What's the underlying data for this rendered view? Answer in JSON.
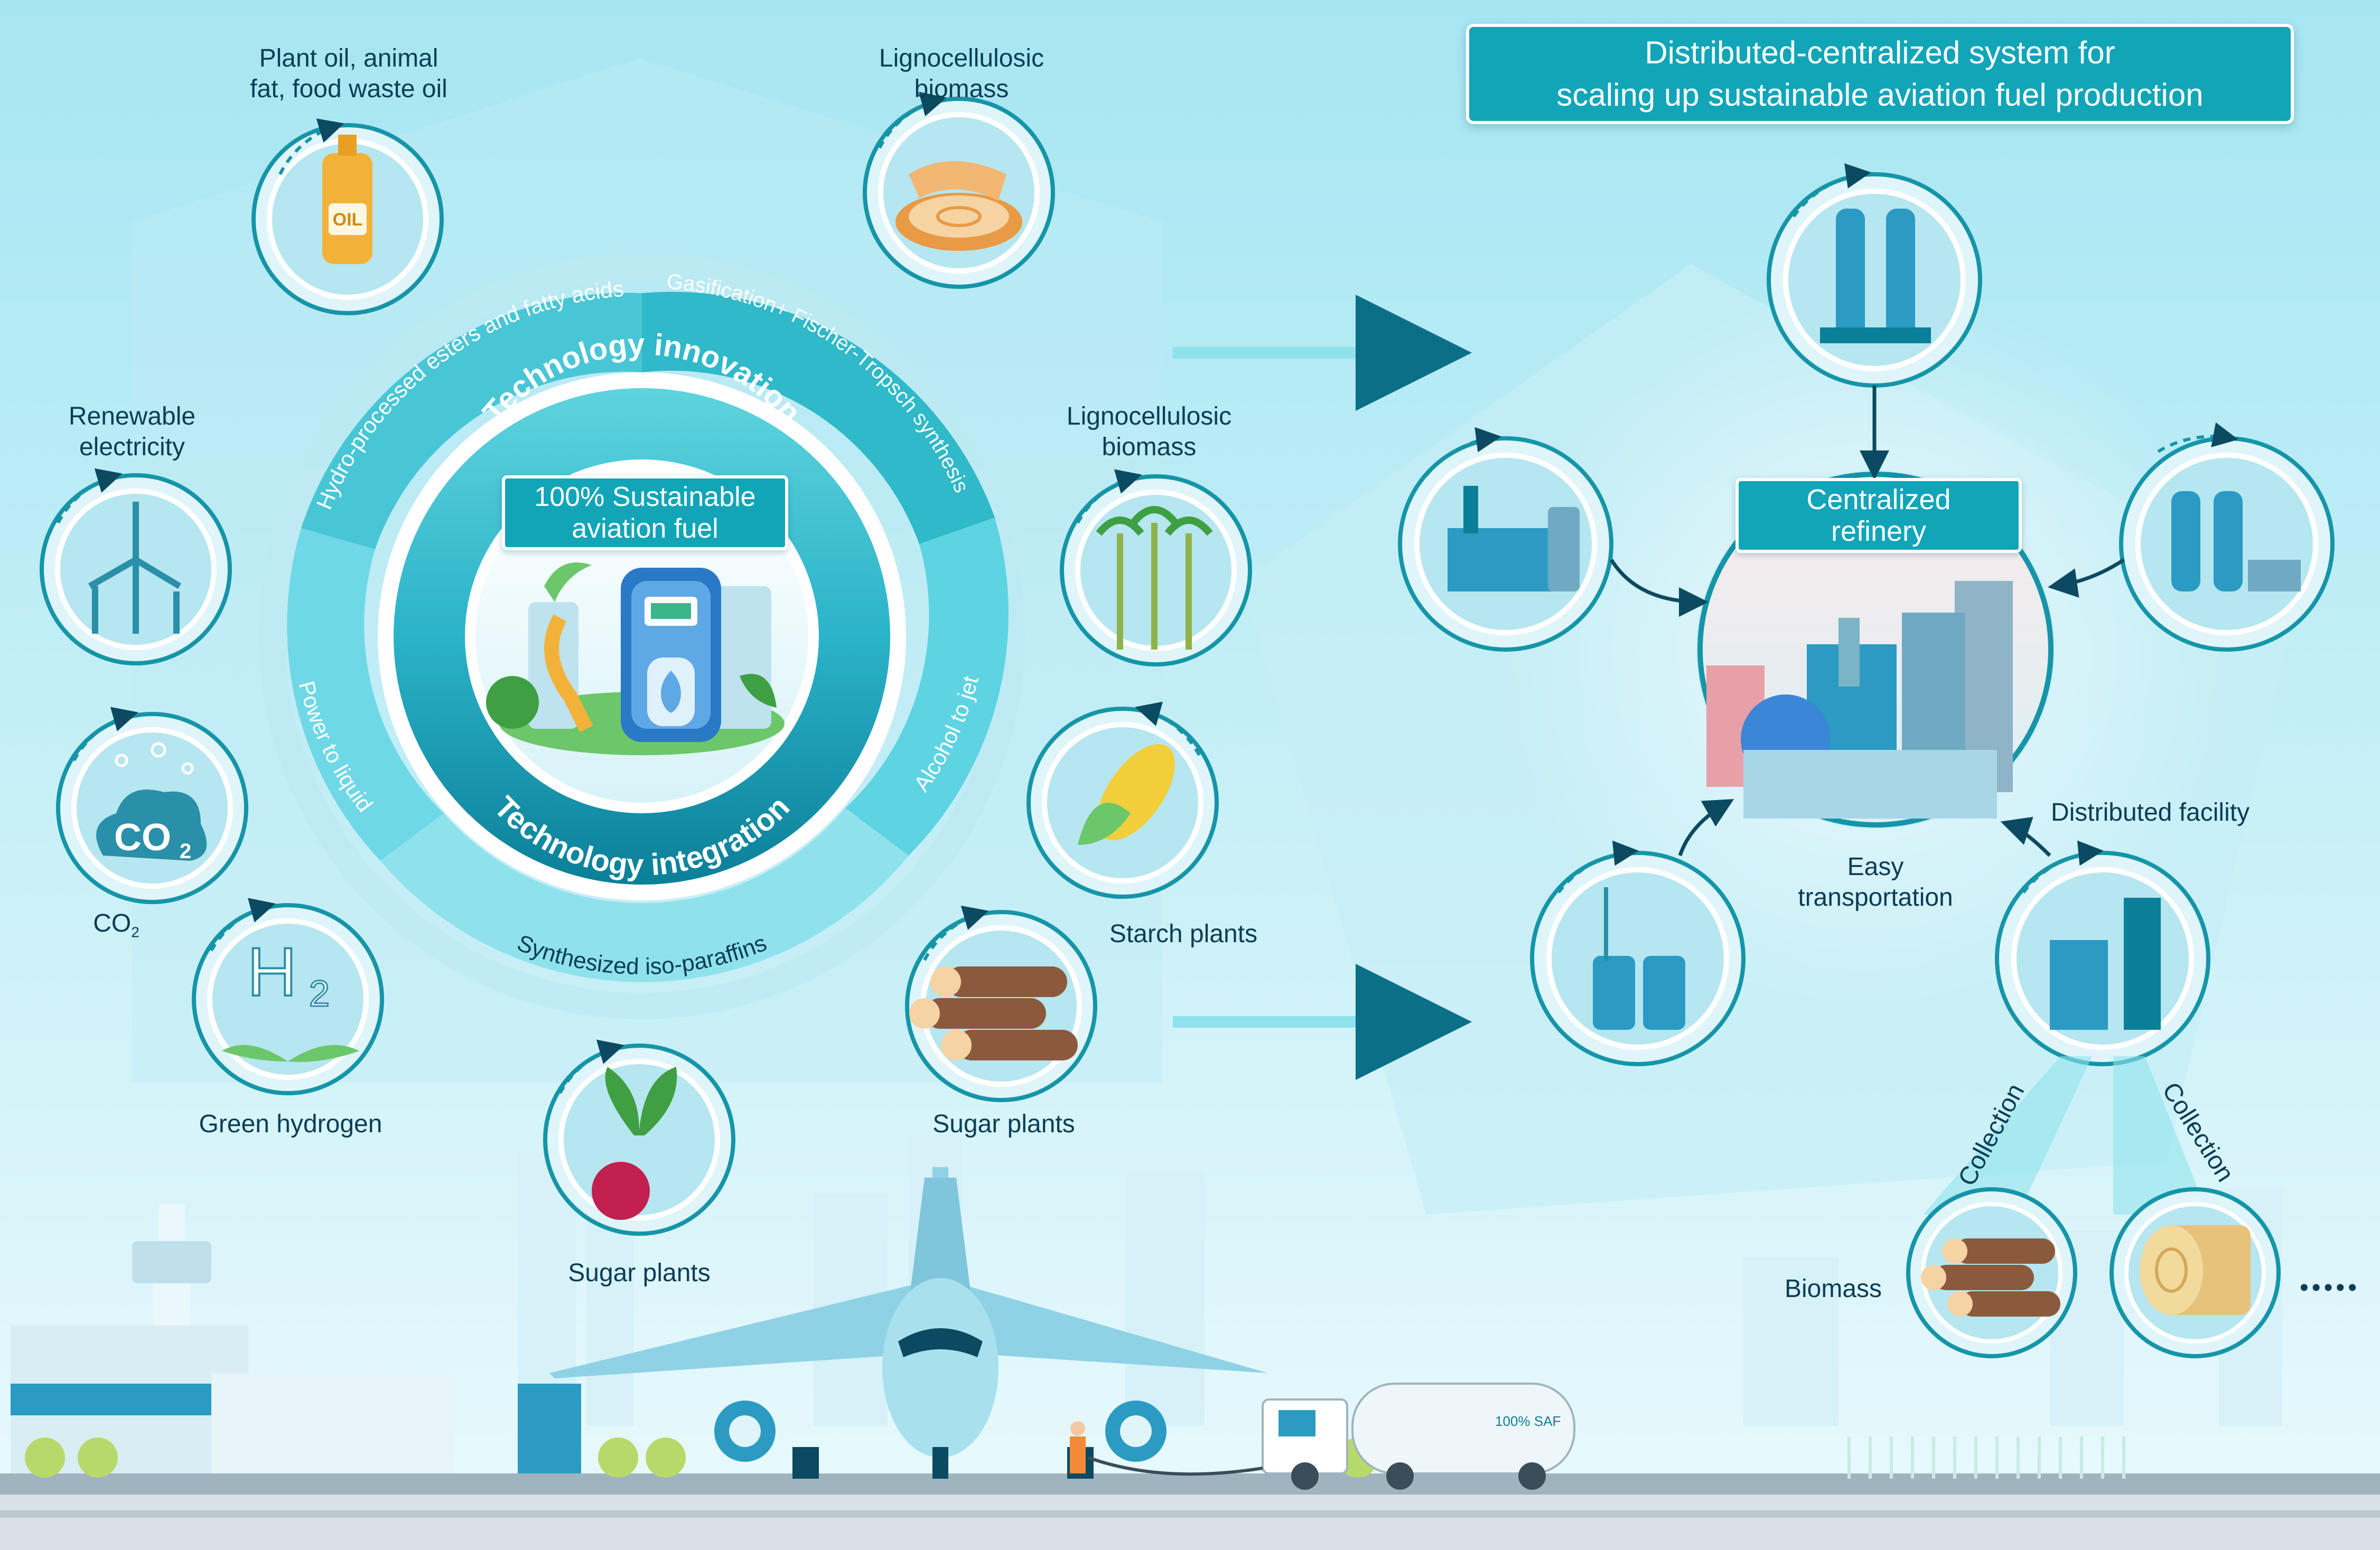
{
  "title": {
    "line1": "Distributed-centralized system for",
    "line2": "scaling up sustainable aviation fuel production"
  },
  "center": {
    "badge_line1": "100% Sustainable",
    "badge_line2": "aviation fuel",
    "inner_top": "Technology innovation",
    "inner_bottom": "Technology integration"
  },
  "pathways": {
    "hefa": "Hydro-processed esters and fatty acids",
    "ft": "Gasification+ Fischer-Tropsch synthesis",
    "atj": "Alcohol to jet",
    "sip": "Synthesized iso-paraffins",
    "ptl": "Power to liquid"
  },
  "feedstocks": {
    "oil_line1": "Plant oil, animal",
    "oil_line2": "fat, food waste oil",
    "oil_bottle_text": "OIL",
    "ligno_top_line1": "Lignocellulosic",
    "ligno_top_line2": "biomass",
    "ligno_right_line1": "Lignocellulosic",
    "ligno_right_line2": "biomass",
    "renewable_line1": "Renewable",
    "renewable_line2": "electricity",
    "co2_icon_text": "CO",
    "co2_icon_sub": "2",
    "co2_label": "CO",
    "co2_label_sub": "2",
    "h2_icon_text": "H",
    "h2_icon_sub": "2",
    "green_hydrogen": "Green hydrogen",
    "starch": "Starch plants",
    "sugar_right": "Sugar plants",
    "sugar_bottom": "Sugar plants"
  },
  "system": {
    "centralized_line1": "Centralized",
    "centralized_line2": "refinery",
    "distributed_facility": "Distributed facility",
    "easy_line1": "Easy",
    "easy_line2": "transportation",
    "collection_left": "Collection",
    "collection_right": "Collection",
    "biomass": "Biomass",
    "ellipsis": "•••••",
    "tanker_text": "100% SAF"
  },
  "colors": {
    "sky_top": "#a6e6f2",
    "sky_bottom": "#e3f7fb",
    "teal": "#12a5b8",
    "teal_dark": "#0b7f98",
    "ring_light": "#5ed3e2",
    "text_dark": "#0b3d55"
  }
}
